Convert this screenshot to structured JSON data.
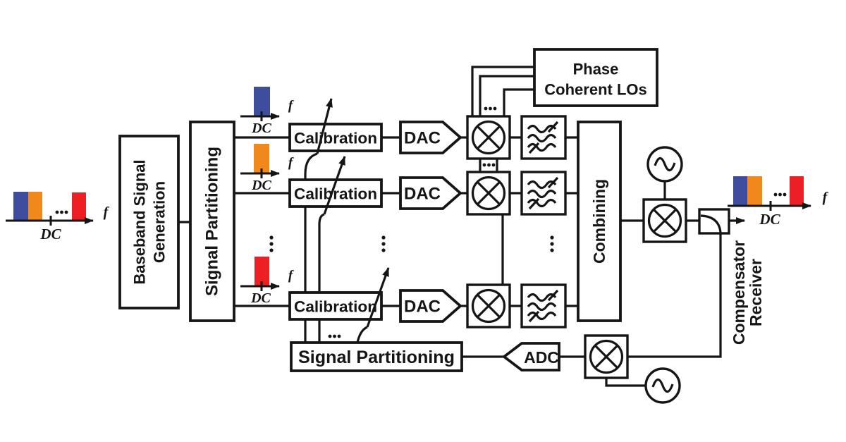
{
  "colors": {
    "blue": "#3E4D9E",
    "orange": "#F0881C",
    "red": "#EC2024",
    "line": "#151515"
  },
  "blocks": {
    "baseband": {
      "line1": "Baseband Signal",
      "line2": "Generation"
    },
    "signal_partitioning_tx": {
      "label": "Signal Partitioning"
    },
    "calibration_labels": [
      "Calibration",
      "Calibration",
      "Calibration"
    ],
    "dac_labels": [
      "DAC",
      "DAC",
      "DAC"
    ],
    "phase_coherent_los": {
      "line1": "Phase",
      "line2": "Coherent LOs"
    },
    "combining": {
      "label": "Combining"
    },
    "signal_partitioning_rx": {
      "label": "Signal Partitioning"
    },
    "adc": {
      "label": "ADC"
    },
    "compensator_receiver": {
      "line1": "Compensator",
      "line2": "Receiver"
    }
  },
  "spectrum_labels": {
    "dc": "DC",
    "f": "f"
  },
  "spectra": {
    "tx_input_overview": {
      "bar_colors": [
        "blue",
        "orange",
        "red"
      ],
      "ellipsis": "...",
      "dc_tick": "between orange and red"
    },
    "branch_1": {
      "bar_colors": [
        "blue"
      ],
      "dc_tick": "under bar center"
    },
    "branch_2": {
      "bar_colors": [
        "orange"
      ],
      "dc_tick": "under bar center"
    },
    "branch_3": {
      "bar_colors": [
        "red"
      ],
      "dc_tick": "under bar center"
    },
    "rf_output": {
      "bar_colors": [
        "blue",
        "orange",
        "red"
      ],
      "ellipsis": "...",
      "dc_tick": "between orange and red"
    }
  },
  "icons": {
    "mixer": "circle-with-x-multiplier",
    "oscillator": "sine-wave-in-circle",
    "bandpass_filter": "triple-wavy-lines",
    "directional_coupler": "box-with-quarter-arc",
    "ellipsis_horizontal": "three-dots-horizontal",
    "ellipsis_vertical": "three-dots-vertical",
    "tuning_arrow": "diagonal-arrow-through-box"
  }
}
